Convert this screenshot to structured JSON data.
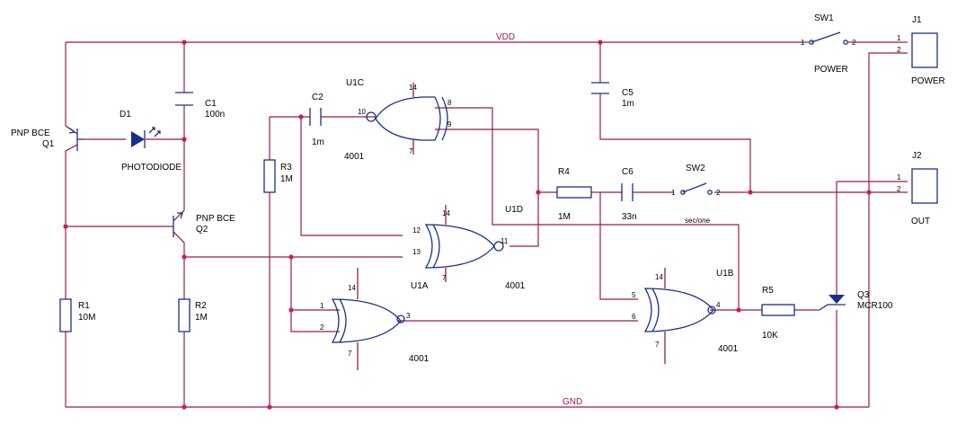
{
  "nets": {
    "vdd": "VDD",
    "gnd": "GND"
  },
  "components": {
    "q1": {
      "ref": "Q1",
      "type": "PNP BCE"
    },
    "q2": {
      "ref": "Q2",
      "type": "PNP BCE"
    },
    "q3": {
      "ref": "Q3",
      "value": "MCR100"
    },
    "d1": {
      "ref": "D1",
      "value": "PHOTODIODE"
    },
    "c1": {
      "ref": "C1",
      "value": "100n"
    },
    "c2": {
      "ref": "C2",
      "value": "1m"
    },
    "c5": {
      "ref": "C5",
      "value": "1m"
    },
    "c6": {
      "ref": "C6",
      "value": "33n"
    },
    "r1": {
      "ref": "R1",
      "value": "10M"
    },
    "r2": {
      "ref": "R2",
      "value": "1M"
    },
    "r3": {
      "ref": "R3",
      "value": "1M"
    },
    "r4": {
      "ref": "R4",
      "value": "1M"
    },
    "r5": {
      "ref": "R5",
      "value": "10K"
    },
    "sw1": {
      "ref": "SW1",
      "label": "POWER",
      "pin1": "1",
      "pin2": "2"
    },
    "sw2": {
      "ref": "SW2",
      "pin1": "1",
      "pin2": "2"
    },
    "j1": {
      "ref": "J1",
      "label": "POWER",
      "pin1": "1",
      "pin2": "2"
    },
    "j2": {
      "ref": "J2",
      "label": "OUT",
      "pin1": "1",
      "pin2": "2"
    },
    "u1a": {
      "ref": "U1A",
      "value": "4001",
      "in1": "12",
      "in2": "13",
      "out": "11",
      "vdd": "14",
      "gnd": "7"
    },
    "u1b": {
      "ref": "U1B",
      "value": "4001",
      "in1": "5",
      "in2": "6",
      "out": "4",
      "vdd": "14",
      "gnd": "7"
    },
    "u1c": {
      "ref": "U1C",
      "value": "4001",
      "in1": "8",
      "in2": "9",
      "out": "10",
      "vdd": "14",
      "gnd": "7"
    },
    "u1d": {
      "ref": "U1D",
      "value": "4001",
      "in1": "1",
      "in2": "2",
      "out": "3",
      "vdd": "14",
      "gnd": "7"
    }
  },
  "annotations": {
    "net_label": "sec/one"
  }
}
